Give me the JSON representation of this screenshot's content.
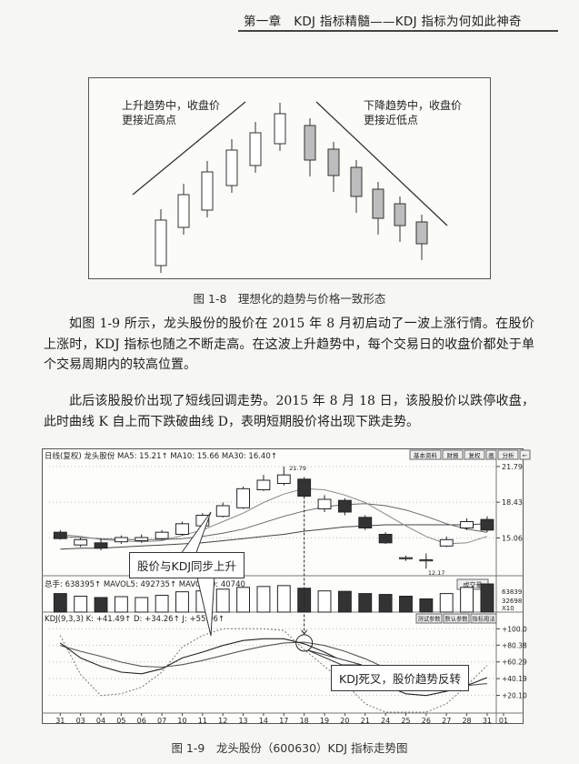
{
  "header": {
    "title": "第一章　KDJ 指标精髓——KDJ 指标为何如此神奇"
  },
  "figure8": {
    "left_label": [
      "上升趋势中，收盘价",
      "更接近高点"
    ],
    "right_label": [
      "下降趋势中，收盘价",
      "更接近低点"
    ],
    "caption": "图 1-8　理想化的趋势与价格一致形态"
  },
  "paragraphs": [
    "如图 1-9 所示，龙头股份的股价在 2015 年 8 月初启动了一波上涨行情。在股价上涨时，KDJ 指标也随之不断走高。在这波上升趋势中，每个交易日的收盘价都处于单个交易周期内的较高位置。",
    "此后该股股价出现了短线回调走势。2015 年 8 月 18 日，该股股价以跌停收盘，此时曲线 K 自上而下跌破曲线 D，表明短期股价将出现下跌走势。"
  ],
  "figure9": {
    "caption": "图 1-9　龙头股份（600630）KDJ 指标走势图",
    "price_legend": "日线(复权)  龙头股份  MA5: 15.21↑  MA10: 15.66  MA30: 16.40↑",
    "volume_legend": "总手: 638395↑  MAVOL5: 492735↑  MAVOL10: 40740",
    "kdj_legend": "KDJ(9,3,3)  K: +41.49↑  D: +34.26↑  J: +55.96↑",
    "toolbar": [
      "基本资料",
      "财报",
      "复权",
      "画",
      "分析",
      "←"
    ],
    "vol_button": "成交量",
    "kdj_buttons": [
      "测试参数",
      "默认参数",
      "指标用法"
    ],
    "price_axis": [
      "21.79",
      "18.43",
      "15.06"
    ],
    "vol_axis": [
      "63839",
      "32698",
      "X10"
    ],
    "kdj_axis": [
      "+100.0",
      "+80.38",
      "+60.29",
      "+40.19",
      "+20.10"
    ],
    "x_labels": [
      "31",
      "03",
      "04",
      "05",
      "06",
      "07",
      "10",
      "11",
      "12",
      "13",
      "14",
      "17",
      "18",
      "19",
      "20",
      "21",
      "24",
      "25",
      "26",
      "27",
      "28",
      "31",
      "01"
    ],
    "high_mark": "21.79",
    "low_mark": "12.17",
    "callout_up": "股价与KDJ同步上升",
    "callout_down": "KDJ死叉，股价趋势反转",
    "chart_data": {
      "type": "line",
      "x": [
        "31",
        "03",
        "04",
        "05",
        "06",
        "07",
        "10",
        "11",
        "12",
        "13",
        "14",
        "17",
        "18",
        "19",
        "20",
        "21",
        "24",
        "25",
        "26",
        "27",
        "28",
        "31"
      ],
      "candles": [
        {
          "o": 15.6,
          "c": 15.0,
          "h": 15.8,
          "l": 14.9
        },
        {
          "o": 14.4,
          "c": 14.9,
          "h": 15.1,
          "l": 14.2
        },
        {
          "o": 14.6,
          "c": 14.1,
          "h": 15.0,
          "l": 13.9
        },
        {
          "o": 14.7,
          "c": 15.1,
          "h": 15.3,
          "l": 14.5
        },
        {
          "o": 14.8,
          "c": 15.1,
          "h": 15.4,
          "l": 14.6
        },
        {
          "o": 15.0,
          "c": 15.6,
          "h": 15.8,
          "l": 14.9
        },
        {
          "o": 15.4,
          "c": 16.4,
          "h": 16.6,
          "l": 15.3
        },
        {
          "o": 16.2,
          "c": 17.2,
          "h": 17.4,
          "l": 16.0
        },
        {
          "o": 17.1,
          "c": 18.1,
          "h": 18.4,
          "l": 17.0
        },
        {
          "o": 17.9,
          "c": 19.7,
          "h": 19.9,
          "l": 17.8
        },
        {
          "o": 19.6,
          "c": 20.5,
          "h": 21.0,
          "l": 19.5
        },
        {
          "o": 20.2,
          "c": 21.0,
          "h": 21.8,
          "l": 20.0
        },
        {
          "o": 20.6,
          "c": 19.0,
          "h": 20.8,
          "l": 18.9
        },
        {
          "o": 17.8,
          "c": 18.7,
          "h": 19.1,
          "l": 17.5
        },
        {
          "o": 18.6,
          "c": 17.5,
          "h": 18.8,
          "l": 17.2
        },
        {
          "o": 17.0,
          "c": 16.0,
          "h": 17.2,
          "l": 15.8
        },
        {
          "o": 15.4,
          "c": 14.6,
          "h": 15.6,
          "l": 14.5
        },
        {
          "o": 13.2,
          "c": 13.2,
          "h": 13.4,
          "l": 12.9
        },
        {
          "o": 13.0,
          "c": 13.0,
          "h": 13.6,
          "l": 12.17
        },
        {
          "o": 14.3,
          "c": 14.9,
          "h": 15.2,
          "l": 14.2
        },
        {
          "o": 16.0,
          "c": 16.6,
          "h": 16.9,
          "l": 15.8
        },
        {
          "o": 16.8,
          "c": 15.8,
          "h": 17.1,
          "l": 15.6
        }
      ],
      "ma5": [
        15.4,
        15.2,
        14.9,
        14.8,
        14.7,
        14.8,
        15.3,
        15.8,
        16.6,
        17.4,
        18.4,
        19.2,
        19.7,
        19.6,
        19.1,
        18.4,
        17.3,
        16.2,
        15.2,
        14.5,
        14.6,
        15.2
      ],
      "ma10": [
        15.2,
        15.1,
        15.0,
        14.9,
        14.9,
        14.9,
        15.0,
        15.2,
        15.5,
        15.9,
        16.5,
        17.1,
        17.6,
        18.0,
        18.2,
        18.3,
        18.1,
        17.7,
        17.1,
        16.4,
        15.9,
        15.6
      ],
      "ma30": [
        14.0,
        14.1,
        14.1,
        14.2,
        14.3,
        14.4,
        14.5,
        14.6,
        14.8,
        15.0,
        15.2,
        15.4,
        15.7,
        15.9,
        16.1,
        16.2,
        16.3,
        16.3,
        16.3,
        16.3,
        16.3,
        16.4
      ],
      "volume": [
        420,
        360,
        330,
        350,
        330,
        380,
        460,
        480,
        520,
        560,
        580,
        600,
        540,
        480,
        470,
        420,
        400,
        360,
        300,
        420,
        560,
        638
      ],
      "volume_down": [
        true,
        false,
        true,
        false,
        false,
        false,
        false,
        false,
        false,
        false,
        false,
        false,
        true,
        false,
        true,
        true,
        true,
        true,
        true,
        false,
        false,
        true
      ],
      "k": [
        83,
        65,
        55,
        48,
        46,
        52,
        65,
        72,
        80,
        86,
        88,
        88,
        82,
        72,
        60,
        45,
        32,
        22,
        20,
        25,
        32,
        41.49
      ],
      "d": [
        80,
        73,
        67,
        60,
        55,
        54,
        57,
        62,
        68,
        74,
        79,
        83,
        84,
        80,
        73,
        64,
        53,
        43,
        35,
        32,
        32,
        34.26
      ],
      "j": [
        92,
        45,
        20,
        22,
        30,
        48,
        78,
        92,
        100,
        100,
        100,
        98,
        75,
        55,
        35,
        10,
        0,
        0,
        0,
        10,
        32,
        55.96
      ]
    }
  }
}
